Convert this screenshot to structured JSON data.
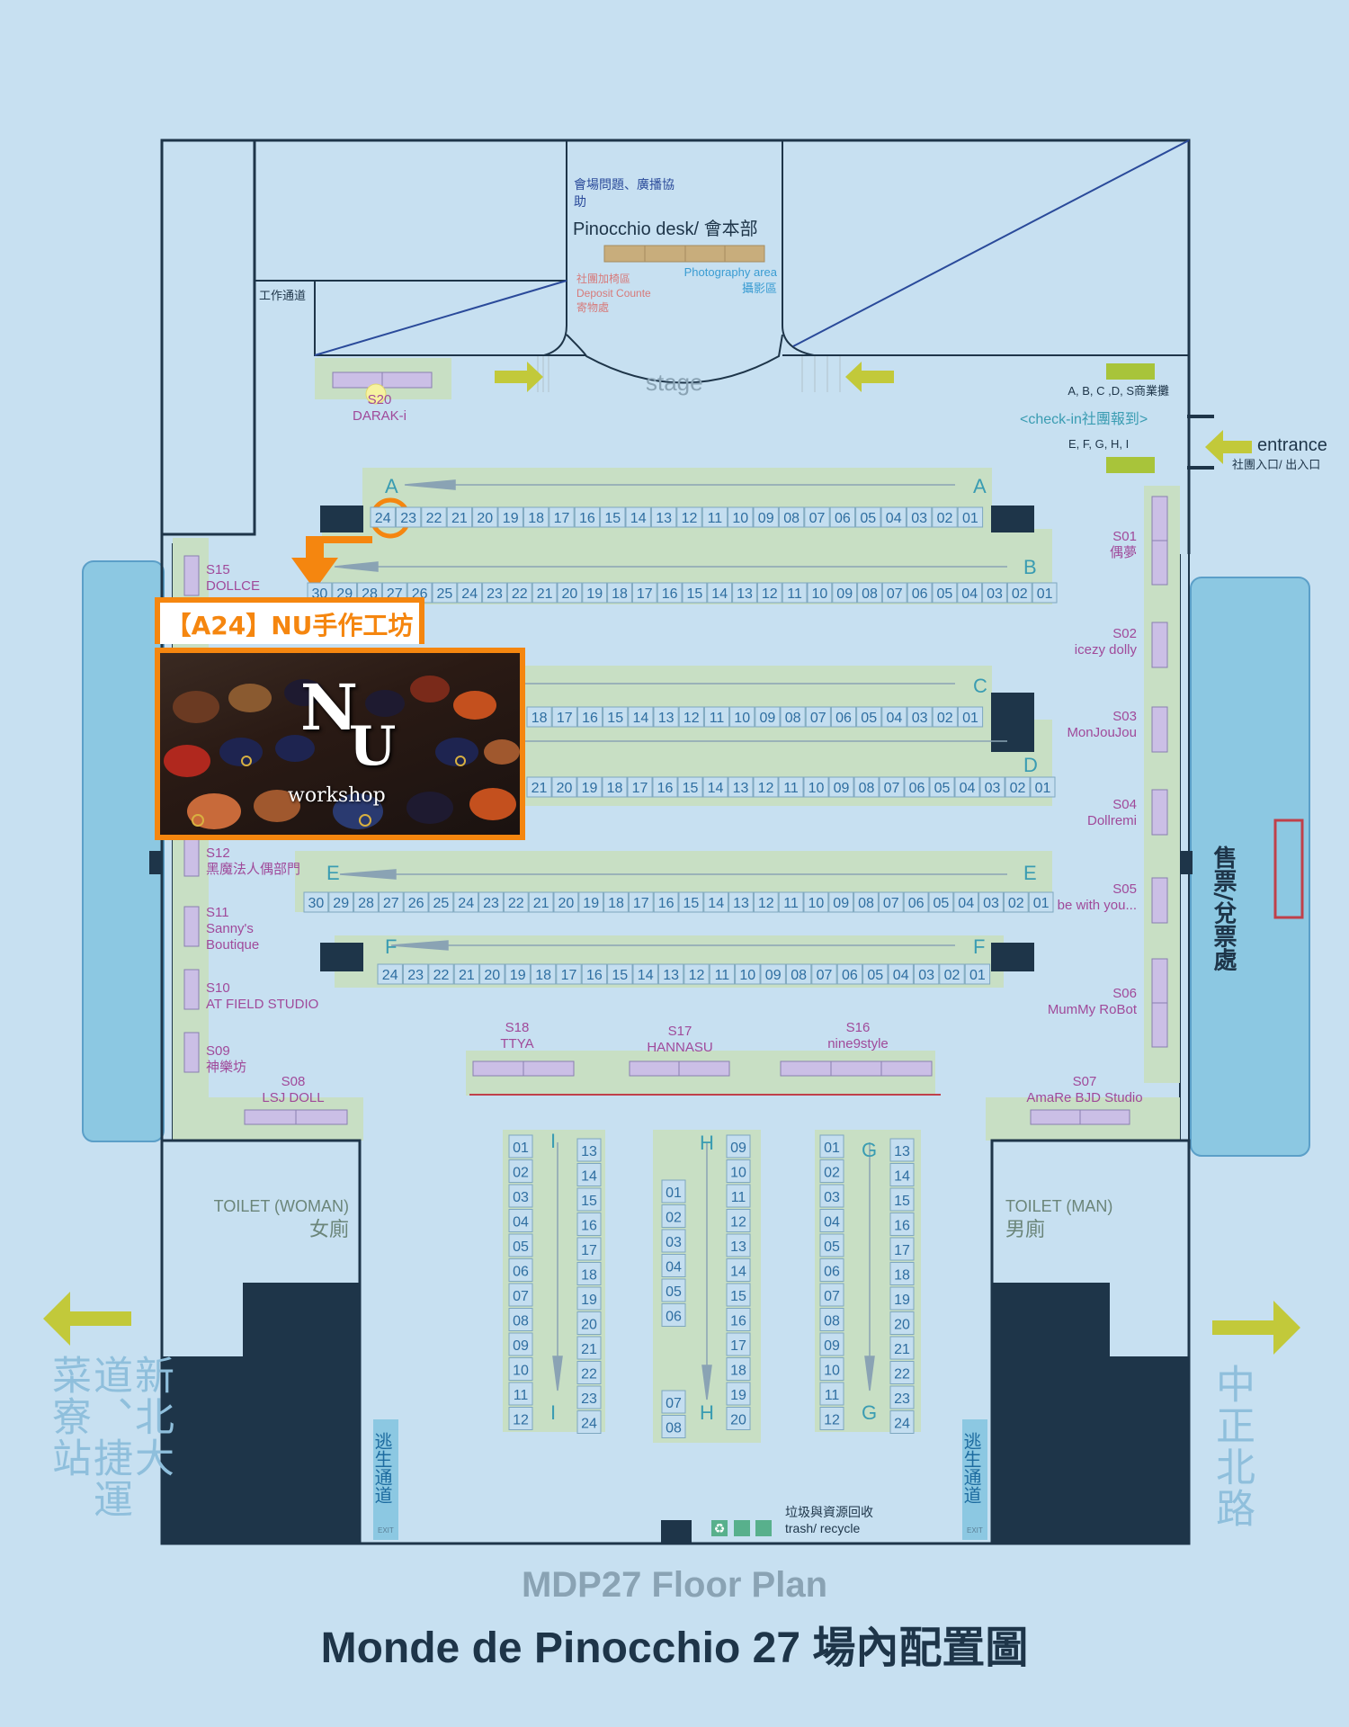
{
  "header": {
    "desk_note": "會場問題、廣播協助",
    "desk": "Pinocchio desk/ 會本部"
  },
  "top": {
    "work_passage": "工作通道",
    "deposit": [
      "社團加椅區",
      "Deposit Counte",
      "寄物處"
    ],
    "photo": [
      "Photography area",
      "攝影區"
    ],
    "stage": "stage"
  },
  "entrance": {
    "abcd": "A, B, C ,D, S商業攤",
    "checkin": "<check-in社團報到>",
    "efghi": "E, F, G, H, I",
    "label": "entrance",
    "sub": "社團入口/ 出入口"
  },
  "rows": {
    "A": {
      "letter": "A",
      "nums": [
        "24",
        "23",
        "22",
        "21",
        "20",
        "19",
        "18",
        "17",
        "16",
        "15",
        "14",
        "13",
        "12",
        "11",
        "10",
        "09",
        "08",
        "07",
        "06",
        "05",
        "04",
        "03",
        "02",
        "01"
      ]
    },
    "B": {
      "letter": "B",
      "nums": [
        "30",
        "29",
        "28",
        "27",
        "26",
        "25",
        "24",
        "23",
        "22",
        "21",
        "20",
        "19",
        "18",
        "17",
        "16",
        "15",
        "14",
        "13",
        "12",
        "11",
        "10",
        "09",
        "08",
        "07",
        "06",
        "05",
        "04",
        "03",
        "02",
        "01"
      ]
    },
    "C": {
      "letter": "C",
      "nums": [
        "18",
        "17",
        "16",
        "15",
        "14",
        "13",
        "12",
        "11",
        "10",
        "09",
        "08",
        "07",
        "06",
        "05",
        "04",
        "03",
        "02",
        "01"
      ]
    },
    "D": {
      "letter": "D",
      "nums": [
        "21",
        "20",
        "19",
        "18",
        "17",
        "16",
        "15",
        "14",
        "13",
        "12",
        "11",
        "10",
        "09",
        "08",
        "07",
        "06",
        "05",
        "04",
        "03",
        "02",
        "01"
      ]
    },
    "E": {
      "letter": "E",
      "nums": [
        "30",
        "29",
        "28",
        "27",
        "26",
        "25",
        "24",
        "23",
        "22",
        "21",
        "20",
        "19",
        "18",
        "17",
        "16",
        "15",
        "14",
        "13",
        "12",
        "11",
        "10",
        "09",
        "08",
        "07",
        "06",
        "05",
        "04",
        "03",
        "02",
        "01"
      ]
    },
    "F": {
      "letter": "F",
      "nums": [
        "24",
        "23",
        "22",
        "21",
        "20",
        "19",
        "18",
        "17",
        "16",
        "15",
        "14",
        "13",
        "12",
        "11",
        "10",
        "09",
        "08",
        "07",
        "06",
        "05",
        "04",
        "03",
        "02",
        "01"
      ]
    }
  },
  "columns": {
    "I": {
      "letter": "I",
      "left": [
        "01",
        "02",
        "03",
        "04",
        "05",
        "06",
        "07",
        "08",
        "09",
        "10",
        "11",
        "12"
      ],
      "right": [
        "13",
        "14",
        "15",
        "16",
        "17",
        "18",
        "19",
        "20",
        "21",
        "22",
        "23",
        "24"
      ]
    },
    "H": {
      "letter": "H",
      "left": [
        "01",
        "02",
        "03",
        "04",
        "05",
        "06",
        "07",
        "08"
      ],
      "right": [
        "09",
        "10",
        "11",
        "12",
        "13",
        "14",
        "15",
        "16",
        "17",
        "18",
        "19",
        "20"
      ]
    },
    "G": {
      "letter": "G",
      "left": [
        "01",
        "02",
        "03",
        "04",
        "05",
        "06",
        "07",
        "08",
        "09",
        "10",
        "11",
        "12"
      ],
      "right": [
        "13",
        "14",
        "15",
        "16",
        "17",
        "18",
        "19",
        "20",
        "21",
        "22",
        "23",
        "24"
      ]
    }
  },
  "s_stalls": {
    "s20": [
      "S20",
      "DARAK-i"
    ],
    "s15": [
      "S15",
      "DOLLCE"
    ],
    "s12": [
      "S12",
      "黑魔法人偶部門"
    ],
    "s11": [
      "S11",
      "Sanny's",
      "Boutique"
    ],
    "s10": [
      "S10",
      "AT FIELD STUDIO"
    ],
    "s09": [
      "S09",
      "神樂坊"
    ],
    "s08": [
      "S08",
      "LSJ DOLL"
    ],
    "s18": [
      "S18",
      "TTYA"
    ],
    "s17": [
      "S17",
      "HANNASU"
    ],
    "s16": [
      "S16",
      "nine9style"
    ],
    "s07": [
      "S07",
      "AmaRe BJD Studio"
    ],
    "s01": [
      "S01",
      "偶夢"
    ],
    "s02": [
      "S02",
      "icezy dolly"
    ],
    "s03": [
      "S03",
      "MonJouJou"
    ],
    "s04": [
      "S04",
      "Dollremi"
    ],
    "s05": [
      "S05",
      "be with you..."
    ],
    "s06": [
      "S06",
      "MumMy RoBot"
    ]
  },
  "ticket": "售票/兌票處",
  "toilets": {
    "woman": [
      "TOILET (WOMAN)",
      "女廁"
    ],
    "man": [
      "TOILET (MAN)",
      "男廁"
    ]
  },
  "exit": {
    "label": "逃生通道",
    "small": "EXIT"
  },
  "recycle": [
    "垃圾與資源回收",
    "trash/ recycle"
  ],
  "streets": {
    "left": "新北大道、捷運菜寮站",
    "right": "中正北路"
  },
  "callout": {
    "title": "【A24】NU手作工坊",
    "logo_n": "N",
    "logo_u": "U",
    "logo_sub": "workshop",
    "highlight": "24"
  },
  "title": {
    "en": "MDP27 Floor Plan",
    "zh": "Monde de Pinocchio 27 場內配置圖"
  },
  "colors": {
    "bg": "#c7e0f1",
    "stall_zone": "#c8dfc4",
    "stall_box": "#c4def0",
    "wall": "#1e3549",
    "arrow": "#c2c93a",
    "purple": "#a04a9a",
    "teal": "#3a9cb2",
    "orange": "#f5860f",
    "side_blue": "#8cc8e2"
  }
}
